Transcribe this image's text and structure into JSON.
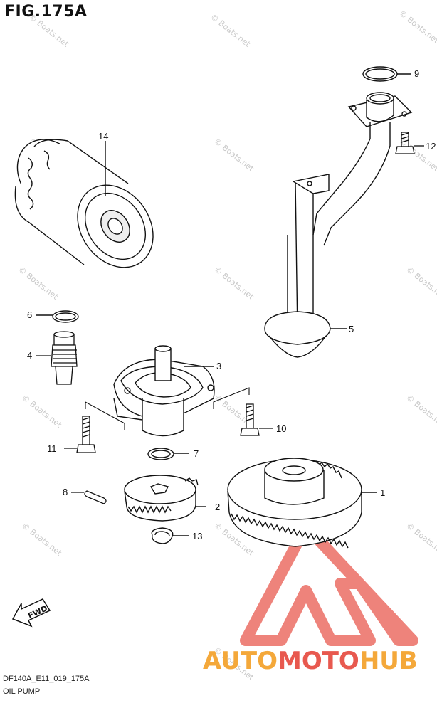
{
  "figure": {
    "title": "FIG.175A"
  },
  "callouts": [
    {
      "id": "1",
      "label": "1"
    },
    {
      "id": "2",
      "label": "2"
    },
    {
      "id": "3",
      "label": "3"
    },
    {
      "id": "4",
      "label": "4"
    },
    {
      "id": "5",
      "label": "5"
    },
    {
      "id": "6",
      "label": "6"
    },
    {
      "id": "7",
      "label": "7"
    },
    {
      "id": "8",
      "label": "8"
    },
    {
      "id": "9",
      "label": "9"
    },
    {
      "id": "10",
      "label": "10"
    },
    {
      "id": "11",
      "label": "11"
    },
    {
      "id": "12",
      "label": "12"
    },
    {
      "id": "13",
      "label": "13"
    },
    {
      "id": "14",
      "label": "14"
    }
  ],
  "fwd": {
    "label": "FWD"
  },
  "watermark": {
    "text": "© Boats.net"
  },
  "brand": {
    "part1": "AUTO",
    "part2": "MOTO",
    "part3": "HUB",
    "color_primary": "#e8594f",
    "color_secondary": "#f4a83a"
  },
  "footer": {
    "code": "DF140A_E11_019_175A",
    "name": "OIL PUMP"
  }
}
